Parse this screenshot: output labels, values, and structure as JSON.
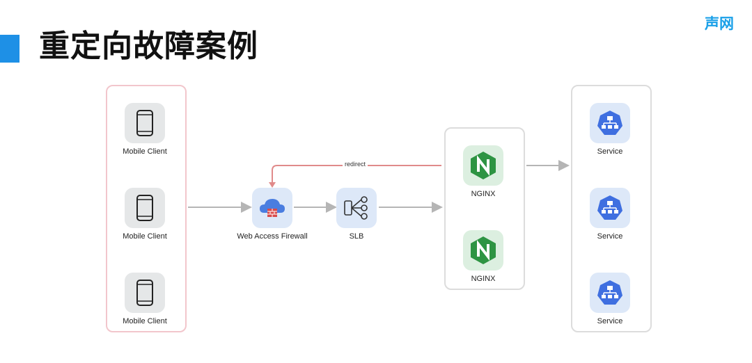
{
  "header": {
    "title": "重定向故障案例",
    "brand": "声网"
  },
  "nodes": {
    "clients": [
      "Mobile Client",
      "Mobile Client",
      "Mobile Client"
    ],
    "waf": "Web Access Firewall",
    "slb": "SLB",
    "nginx": [
      "NGINX",
      "NGINX"
    ],
    "services": [
      "Service",
      "Service",
      "Service"
    ]
  },
  "edges": {
    "redirect_label": "redirect"
  },
  "colors": {
    "accent": "#1e90e6",
    "brand": "#1aa0e8",
    "redirect": "#e08a8a",
    "arrow": "#b5b5b5"
  }
}
